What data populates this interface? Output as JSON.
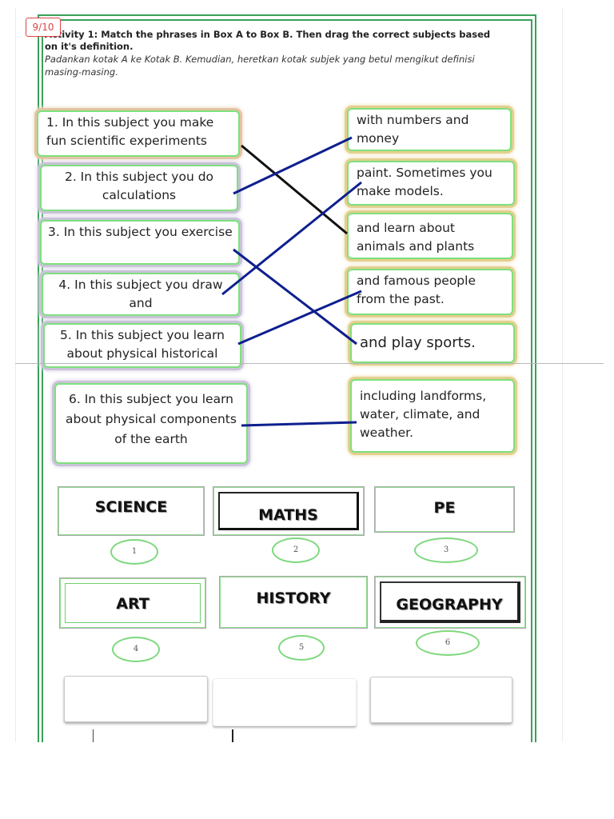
{
  "page_indicator": "9/10",
  "title": "Activity 1: Match the phrases in Box A to Box B. Then drag the correct subjects based on it's definition.",
  "subtitle": "Padankan kotak A ke Kotak B. Kemudian, heretkan kotak subjek yang betul mengikut definisi masing-masing.",
  "box_a": [
    "1. In this subject you make fun scientific experiments",
    "2. In this subject you do calculations",
    "3. In this subject you exercise",
    "4. In this subject you draw and",
    "5. In this subject you learn about physical historical",
    "6. In this subject you learn about physical components of the earth"
  ],
  "box_b": [
    "with numbers and money",
    "paint. Sometimes you make models.",
    "and learn about animals and plants",
    "and famous people from the past.",
    "and play sports.",
    "including landforms, water, climate, and weather."
  ],
  "subjects": [
    "SCIENCE",
    "MATHS",
    "PE",
    "ART",
    "HISTORY",
    "GEOGRAPHY"
  ],
  "ovals": [
    "1",
    "2",
    "3",
    "4",
    "5",
    "6"
  ],
  "colors": {
    "frame": "#3aa05a",
    "match_line": "#0f1f8f",
    "match_line_wrong": "#111111"
  }
}
